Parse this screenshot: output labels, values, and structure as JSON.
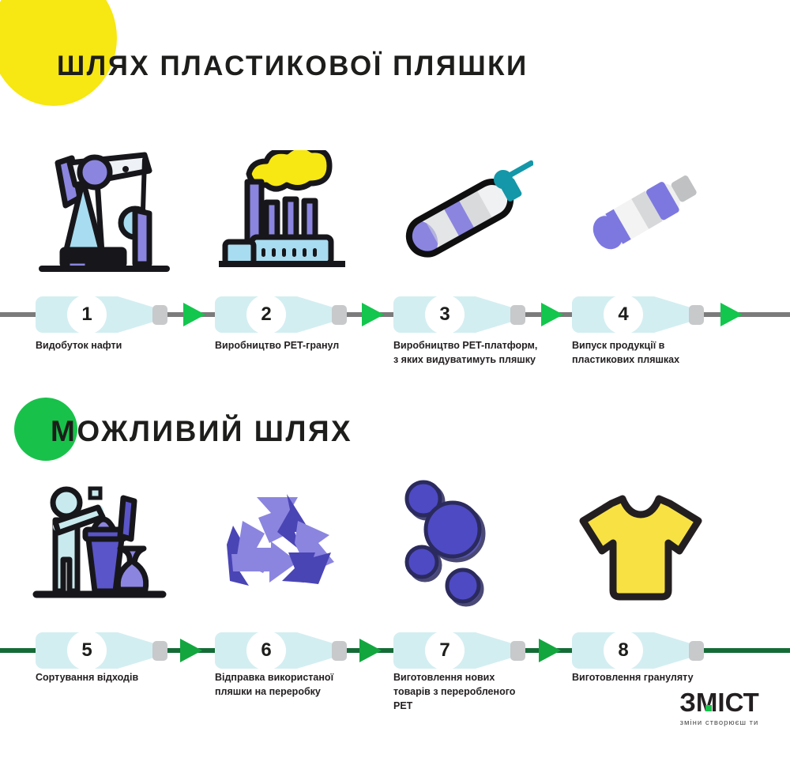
{
  "page": {
    "title": "ШЛЯХ ПЛАСТИКОВОЇ ПЛЯШКИ",
    "background": "#ffffff"
  },
  "sections": [
    {
      "heading": "ШЛЯХ ПЛАСТИКОВОЇ ПЛЯШКИ",
      "accent_color": "#f7e713",
      "rail_color": "#7b7b7b",
      "arrow_color": "#13c64d",
      "steps": [
        {
          "number": "1",
          "label_lines": [
            "Видобуток нафти"
          ],
          "icon": "oil-pump-jack-icon"
        },
        {
          "number": "2",
          "label_lines": [
            "Виробництво PET-гранул"
          ],
          "icon": "factory-icon"
        },
        {
          "number": "3",
          "label_lines": [
            "Виробництво PET-платформ,",
            "з яких видуватимуть пляшку"
          ],
          "icon": "pet-preform-icon"
        },
        {
          "number": "4",
          "label_lines": [
            "Випуск продукції в",
            "пластикових пляшках"
          ],
          "icon": "plastic-bottle-icon"
        }
      ]
    },
    {
      "heading": "МОЖЛИВИЙ ШЛЯХ",
      "accent_color": "#18c24a",
      "rail_color": "#156b36",
      "arrow_color": "#13a63f",
      "steps": [
        {
          "number": "5",
          "label_lines": [
            "Сортування відходів"
          ],
          "icon": "person-sorting-waste-icon"
        },
        {
          "number": "6",
          "label_lines": [
            "Відправка використаної",
            "пляшки на переробку"
          ],
          "icon": "recycling-arrows-icon"
        },
        {
          "number": "7",
          "label_lines": [
            "Виготовлення нових",
            "товарів з переробленого",
            "PET"
          ],
          "icon": "pellets-icon"
        },
        {
          "number": "8",
          "label_lines": [
            "Виготовлення грануляту"
          ],
          "icon": "tshirt-icon"
        }
      ]
    }
  ],
  "logo": {
    "word": "ЗМІСТ",
    "tagline": "зміни створюєш ти",
    "dot_color": "#18c24a"
  },
  "palette": {
    "yellow": "#f7e713",
    "green": "#18c24a",
    "dark_green": "#156b36",
    "purple": "#8b85e0",
    "deep_purple": "#4a45b5",
    "light_blue": "#a8dcf0",
    "bottle_fill": "#d3eef1",
    "cap_gray": "#c7c9cb",
    "teal": "#1497a8",
    "text": "#231f20"
  }
}
